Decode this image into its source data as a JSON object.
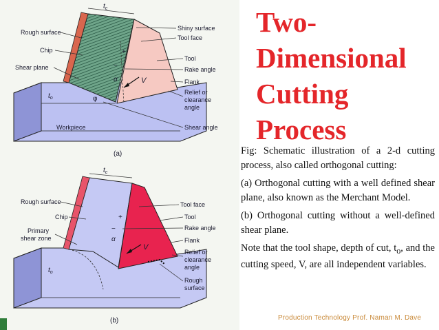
{
  "title_lines": [
    "Two-",
    "Dimensional",
    "Cutting",
    "Process"
  ],
  "caption_intro": "Fig: Schematic illustration of a 2-d cutting process, also called orthogonal cutting:",
  "caption_a": "(a) Orthogonal cutting with a well defined shear plane, also known as the Merchant Model.",
  "caption_b": "(b) Orthogonal cutting without a well-defined shear plane.",
  "note_prefix": "Note that the tool shape, depth of cut, t",
  "note_sub": "o",
  "note_suffix": ", and the cutting speed, V, are all independent variables.",
  "footer": "Production Technology  Prof. Naman M. Dave",
  "diagram_a": {
    "label": "(a)",
    "left_labels": [
      "Rough surface",
      "Chip",
      "Shear plane",
      "Workpiece"
    ],
    "right_labels": [
      "Shiny surface",
      "Tool face",
      "Tool",
      "Rake angle",
      "Flank",
      "Relief or",
      "clearance",
      "angle",
      "Shear angle"
    ],
    "symbols": {
      "tc": "t",
      "tc_sub": "c",
      "to": "t",
      "to_sub": "o",
      "phi": "φ",
      "alpha": "α",
      "v": "V",
      "plus": "+",
      "minus": "−"
    }
  },
  "diagram_b": {
    "label": "(b)",
    "left_labels": [
      "Rough surface",
      "Chip",
      "Primary",
      "shear zone"
    ],
    "right_labels": [
      "Tool face",
      "Tool",
      "Rake angle",
      "Flank",
      "Relief or",
      "clearance",
      "angle",
      "Rough",
      "surface"
    ],
    "symbols": {
      "tc": "t",
      "tc_sub": "c",
      "to": "t",
      "to_sub": "o",
      "alpha": "α",
      "v": "V",
      "plus": "+",
      "minus": "−"
    }
  },
  "colors": {
    "title": "#e4262a",
    "footer": "#c98a3a",
    "chip_a": "#6fa58a",
    "tool_a": "#f6c9c2",
    "tool_b": "#e8234f",
    "rough": "#d9664e",
    "workpiece": "#b8bdf0"
  }
}
